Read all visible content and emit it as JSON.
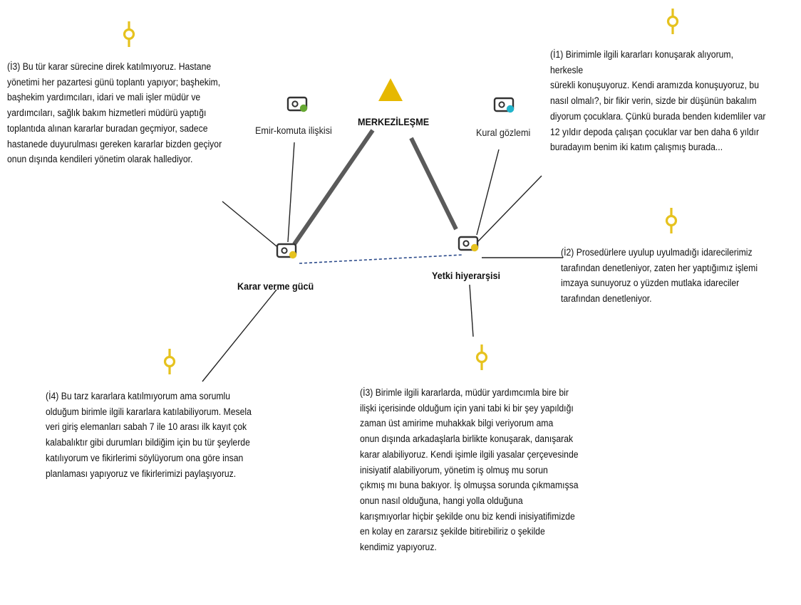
{
  "colors": {
    "quote_marker": "#E6C21E",
    "triangle": "#E6B800",
    "edge": "#5a5a5a",
    "dashed_edge": "#2b4a8a",
    "leader": "#222222",
    "dot_green": "#66A832",
    "dot_cyan": "#22B5CC",
    "dot_yellow": "#E6C21E"
  },
  "icons": {
    "quote_marker": "map-pin-icon",
    "node": "tag-icon",
    "center": "triangle-icon"
  },
  "center_label": "MERKEZİLEŞME",
  "nodes": {
    "karar": {
      "label": "Karar verme gücü"
    },
    "yetki": {
      "label": "Yetki hiyerarşisi"
    },
    "emir": {
      "label": "Emir-komuta ilişkisi"
    },
    "kural": {
      "label": "Kural gözlemi"
    }
  },
  "quotes": {
    "q1": "(İ3) Bu tür karar sürecine direk katılmıyoruz. Hastane\nyönetimi her pazartesi günü toplantı yapıyor; başhekim,\nbaşhekim yardımcıları, idari ve mali işler müdür ve\nyardımcıları, sağlık bakım hizmetleri müdürü yaptığı\ntoplantıda alınan kararlar buradan geçmiyor, sadece\nhastanede duyurulması gereken kararlar bizden geçiyor\nonun dışında kendileri yönetim olarak hallediyor.",
    "q2": "(İ1) Birimimle ilgili kararları konuşarak alıyorum, herkesle\nsürekli konuşuyoruz. Kendi aramızda konuşuyoruz, bu\nnasıl olmalı?, bir fikir verin, sizde bir düşünün bakalım\ndiyorum çocuklara. Çünkü burada benden kıdemliler var\n12 yıldır depoda çalışan çocuklar var ben daha 6 yıldır\nburadayım benim iki katım çalışmış burada...",
    "q3": "(İ2) Prosedürlere uyulup uyulmadığı idarecilerimiz\ntarafından denetleniyor, zaten her yaptığımız işlemi\nimzaya sunuyoruz o yüzden mutlaka idareciler\ntarafından denetleniyor.",
    "q4": "(İ4) Bu tarz kararlara katılmıyorum ama sorumlu\nolduğum birimle ilgili kararlara katılabiliyorum. Mesela\nveri giriş elemanları sabah 7 ile 10 arası ilk kayıt çok\nkalabalıktır gibi durumları bildiğim için bu tür şeylerde\nkatılıyorum ve fikirlerimi söylüyorum ona göre insan\nplanlaması yapıyoruz ve fikirlerimizi paylaşıyoruz.",
    "q5": "(İ3) Birimle ilgili kararlarda, müdür yardımcımla bire bir\nilişki içerisinde olduğum için yani tabi ki bir şey yapıldığı\nzaman üst amirime muhakkak bilgi veriyorum ama\nonun dışında arkadaşlarla birlikte konuşarak, danışarak\nkarar alabiliyoruz. Kendi işimle ilgili yasalar çerçevesinde\ninisiyatif alabiliyorum, yönetim iş olmuş mu sorun\nçıkmış mı buna bakıyor. İş olmuşsa sorunda çıkmamışsa\nonun nasıl olduğuna, hangi yolla olduğuna\nkarışmıyorlar hiçbir şekilde onu biz kendi inisiyatifimizde\nen kolay en zararsız şekilde bitirebiliriz o şekilde\nkendimiz yapıyoruz."
  }
}
